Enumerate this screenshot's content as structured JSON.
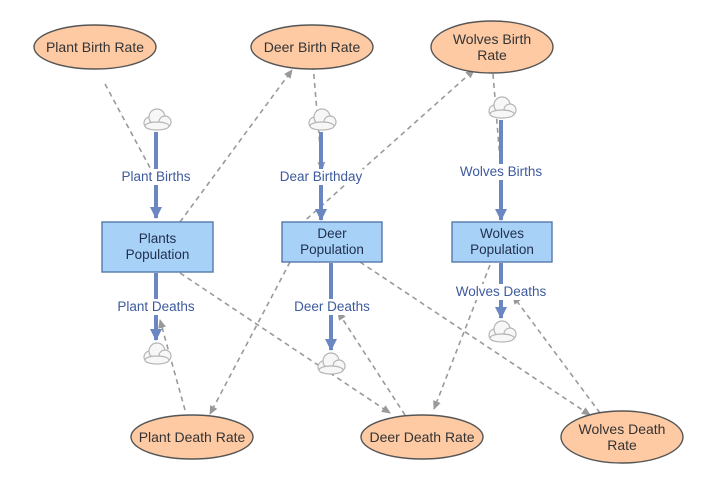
{
  "stocks": {
    "plants": "Plants\nPopulation",
    "deer": "Deer\nPopulation",
    "wolves": "Wolves\nPopulation"
  },
  "rates": {
    "plant_birth": "Plant Birth Rate",
    "deer_birth": "Deer Birth Rate",
    "wolves_birth": "Wolves Birth\nRate",
    "plant_death": "Plant Death Rate",
    "deer_death": "Deer Death Rate",
    "wolves_death": "Wolves Death\nRate"
  },
  "flows": {
    "plant_births": "Plant Births",
    "dear_birthday": "Dear Birthday",
    "wolves_births": "Wolves Births",
    "plant_deaths": "Plant Deaths",
    "deer_deaths": "Deer Deaths",
    "wolves_deaths": "Wolves Deaths"
  },
  "colors": {
    "ellipse_fill": "#fdcaa4",
    "ellipse_stroke": "#555555",
    "stock_fill": "#a8d1f7",
    "stock_stroke": "#5577aa",
    "flow_arrow": "#6a87c2",
    "dashed_link": "#9a9a9a"
  }
}
